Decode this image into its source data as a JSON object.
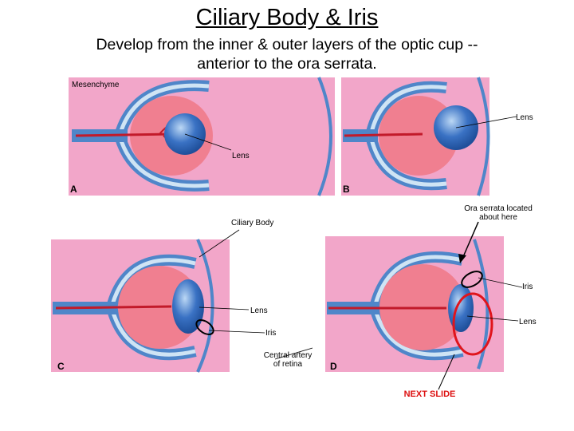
{
  "title": "Ciliary Body & Iris",
  "subtitle_line1": "Develop from the inner & outer layers of the optic cup --",
  "subtitle_line2": "anterior to the ora serrata.",
  "labels": {
    "mesenchyme": "Mesenchyme",
    "lens_a": "Lens",
    "lens_b": "Lens",
    "ora_serrata": "Ora serrata located about here",
    "ciliary_body": "Ciliary Body",
    "iris_d": "Iris",
    "lens_c": "Lens",
    "lens_d": "Lens",
    "iris_c": "Iris",
    "central_artery": "Central artery of retina"
  },
  "panels": {
    "a": "A",
    "b": "B",
    "c": "C",
    "d": "D"
  },
  "next_slide": "NEXT SLIDE",
  "colors": {
    "tissue_pink": "#f2a6c9",
    "vitreous_red": "#f07f90",
    "layer_blue": "#4f86c9",
    "pale_blue": "#cfe4f4",
    "lens_blue": "#3a72c4",
    "highlight_red": "#e0141c"
  }
}
